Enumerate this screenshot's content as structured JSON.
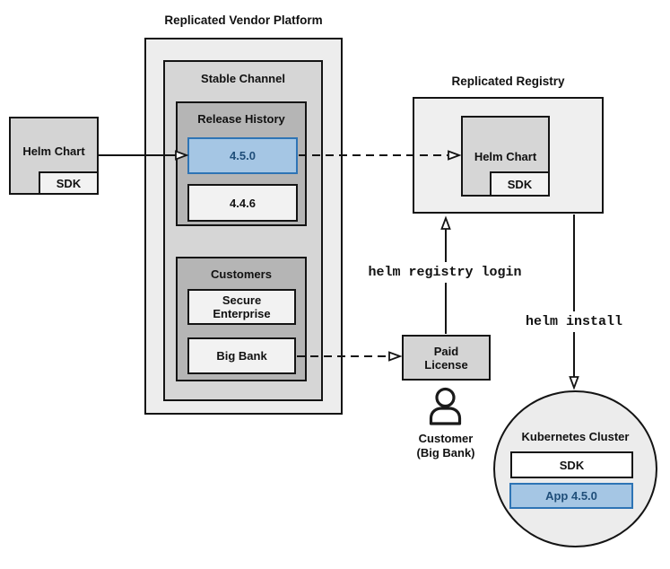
{
  "colors": {
    "highlight_fill": "#A5C6E4",
    "highlight_border": "#2E74B5",
    "highlight_text": "#1F4E79"
  },
  "vendor_platform": {
    "title": "Replicated Vendor Platform",
    "stable_channel": {
      "title": "Stable Channel",
      "release_history": {
        "title": "Release History",
        "releases": [
          {
            "version": "4.5.0",
            "highlighted": true
          },
          {
            "version": "4.4.6",
            "highlighted": false
          }
        ]
      },
      "customers": {
        "title": "Customers",
        "items": [
          {
            "name": "Secure Enterprise"
          },
          {
            "name": "Big Bank"
          }
        ]
      }
    }
  },
  "source_helm_chart": {
    "label": "Helm Chart",
    "sdk": "SDK"
  },
  "registry": {
    "title": "Replicated Registry",
    "helm_chart": "Helm Chart",
    "sdk": "SDK"
  },
  "paid_license": {
    "label": "Paid License"
  },
  "customer": {
    "line1": "Customer",
    "line2": "(Big Bank)"
  },
  "kubernetes_cluster": {
    "title": "Kubernetes Cluster",
    "sdk": "SDK",
    "app": "App 4.5.0"
  },
  "commands": {
    "registry_login": "helm registry login",
    "install": "helm install"
  }
}
